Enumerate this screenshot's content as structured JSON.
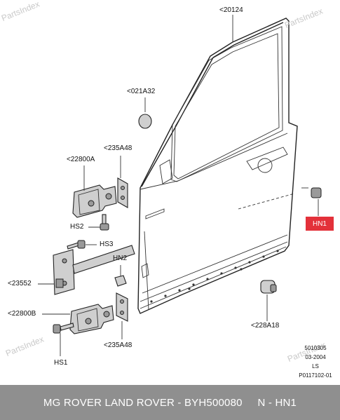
{
  "watermarks": [
    "PartsIndex",
    "PartsIndex",
    "PartsIndex",
    "PartsIndex"
  ],
  "labels": {
    "door_shell": "<20124",
    "plug": "<021A32",
    "hinge_upper": "<22800A",
    "bracket_upper": "<235A48",
    "bolt_hs2": "HS2",
    "bolt_hs3": "HS3",
    "check_strap": "<23552",
    "nut_hn2": "HN2",
    "hinge_lower": "<22800B",
    "bracket_lower": "<235A48",
    "bolt_hs1": "HS1",
    "bump_stop": "<228A18",
    "highlight": "HN1"
  },
  "meta": {
    "code": "5010305",
    "date": "03-2004",
    "ls": "LS",
    "ref": "P0117102-01"
  },
  "footer": {
    "text": "MG ROVER LAND ROVER - BYH500080     N - HN1"
  },
  "colors": {
    "highlight_bg": "#e3313a",
    "footer_bg": "#8f8f8f",
    "watermark": "#c9c9c9"
  }
}
